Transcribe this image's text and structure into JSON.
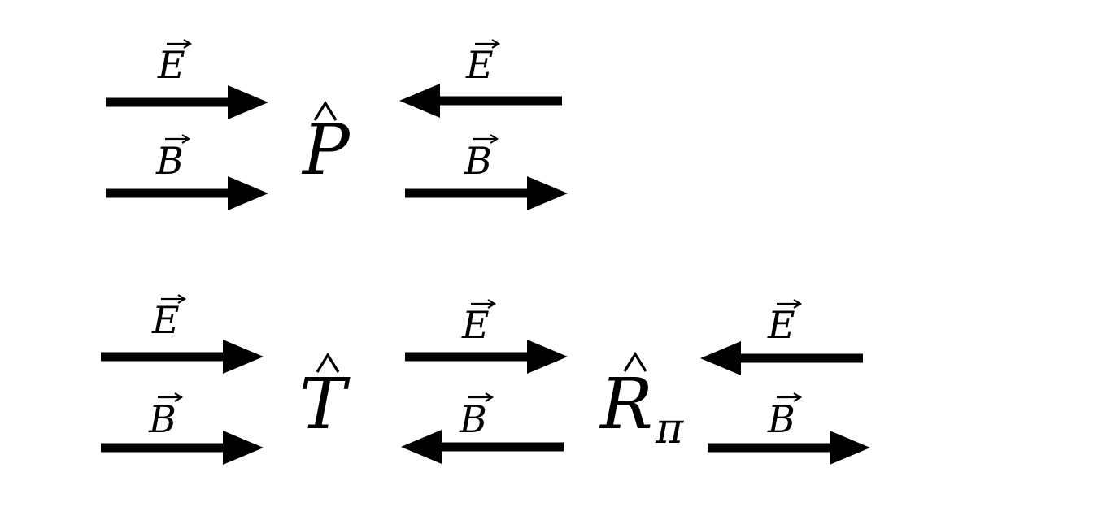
{
  "colors": {
    "ink": "#000000",
    "background": "#ffffff"
  },
  "vectors": {
    "electric": "E",
    "magnetic": "B"
  },
  "operators": {
    "parity": {
      "symbol": "P",
      "subscript": ""
    },
    "time_reversal": {
      "symbol": "T",
      "subscript": ""
    },
    "rotation": {
      "symbol": "R",
      "subscript": "π"
    }
  },
  "rows": [
    {
      "name": "parity-row",
      "states": [
        {
          "E": "right",
          "B": "right"
        },
        {
          "E": "left",
          "B": "right"
        }
      ]
    },
    {
      "name": "time-reversal-rotation-row",
      "states": [
        {
          "E": "right",
          "B": "right"
        },
        {
          "E": "right",
          "B": "left"
        },
        {
          "E": "left",
          "B": "right"
        }
      ]
    }
  ]
}
